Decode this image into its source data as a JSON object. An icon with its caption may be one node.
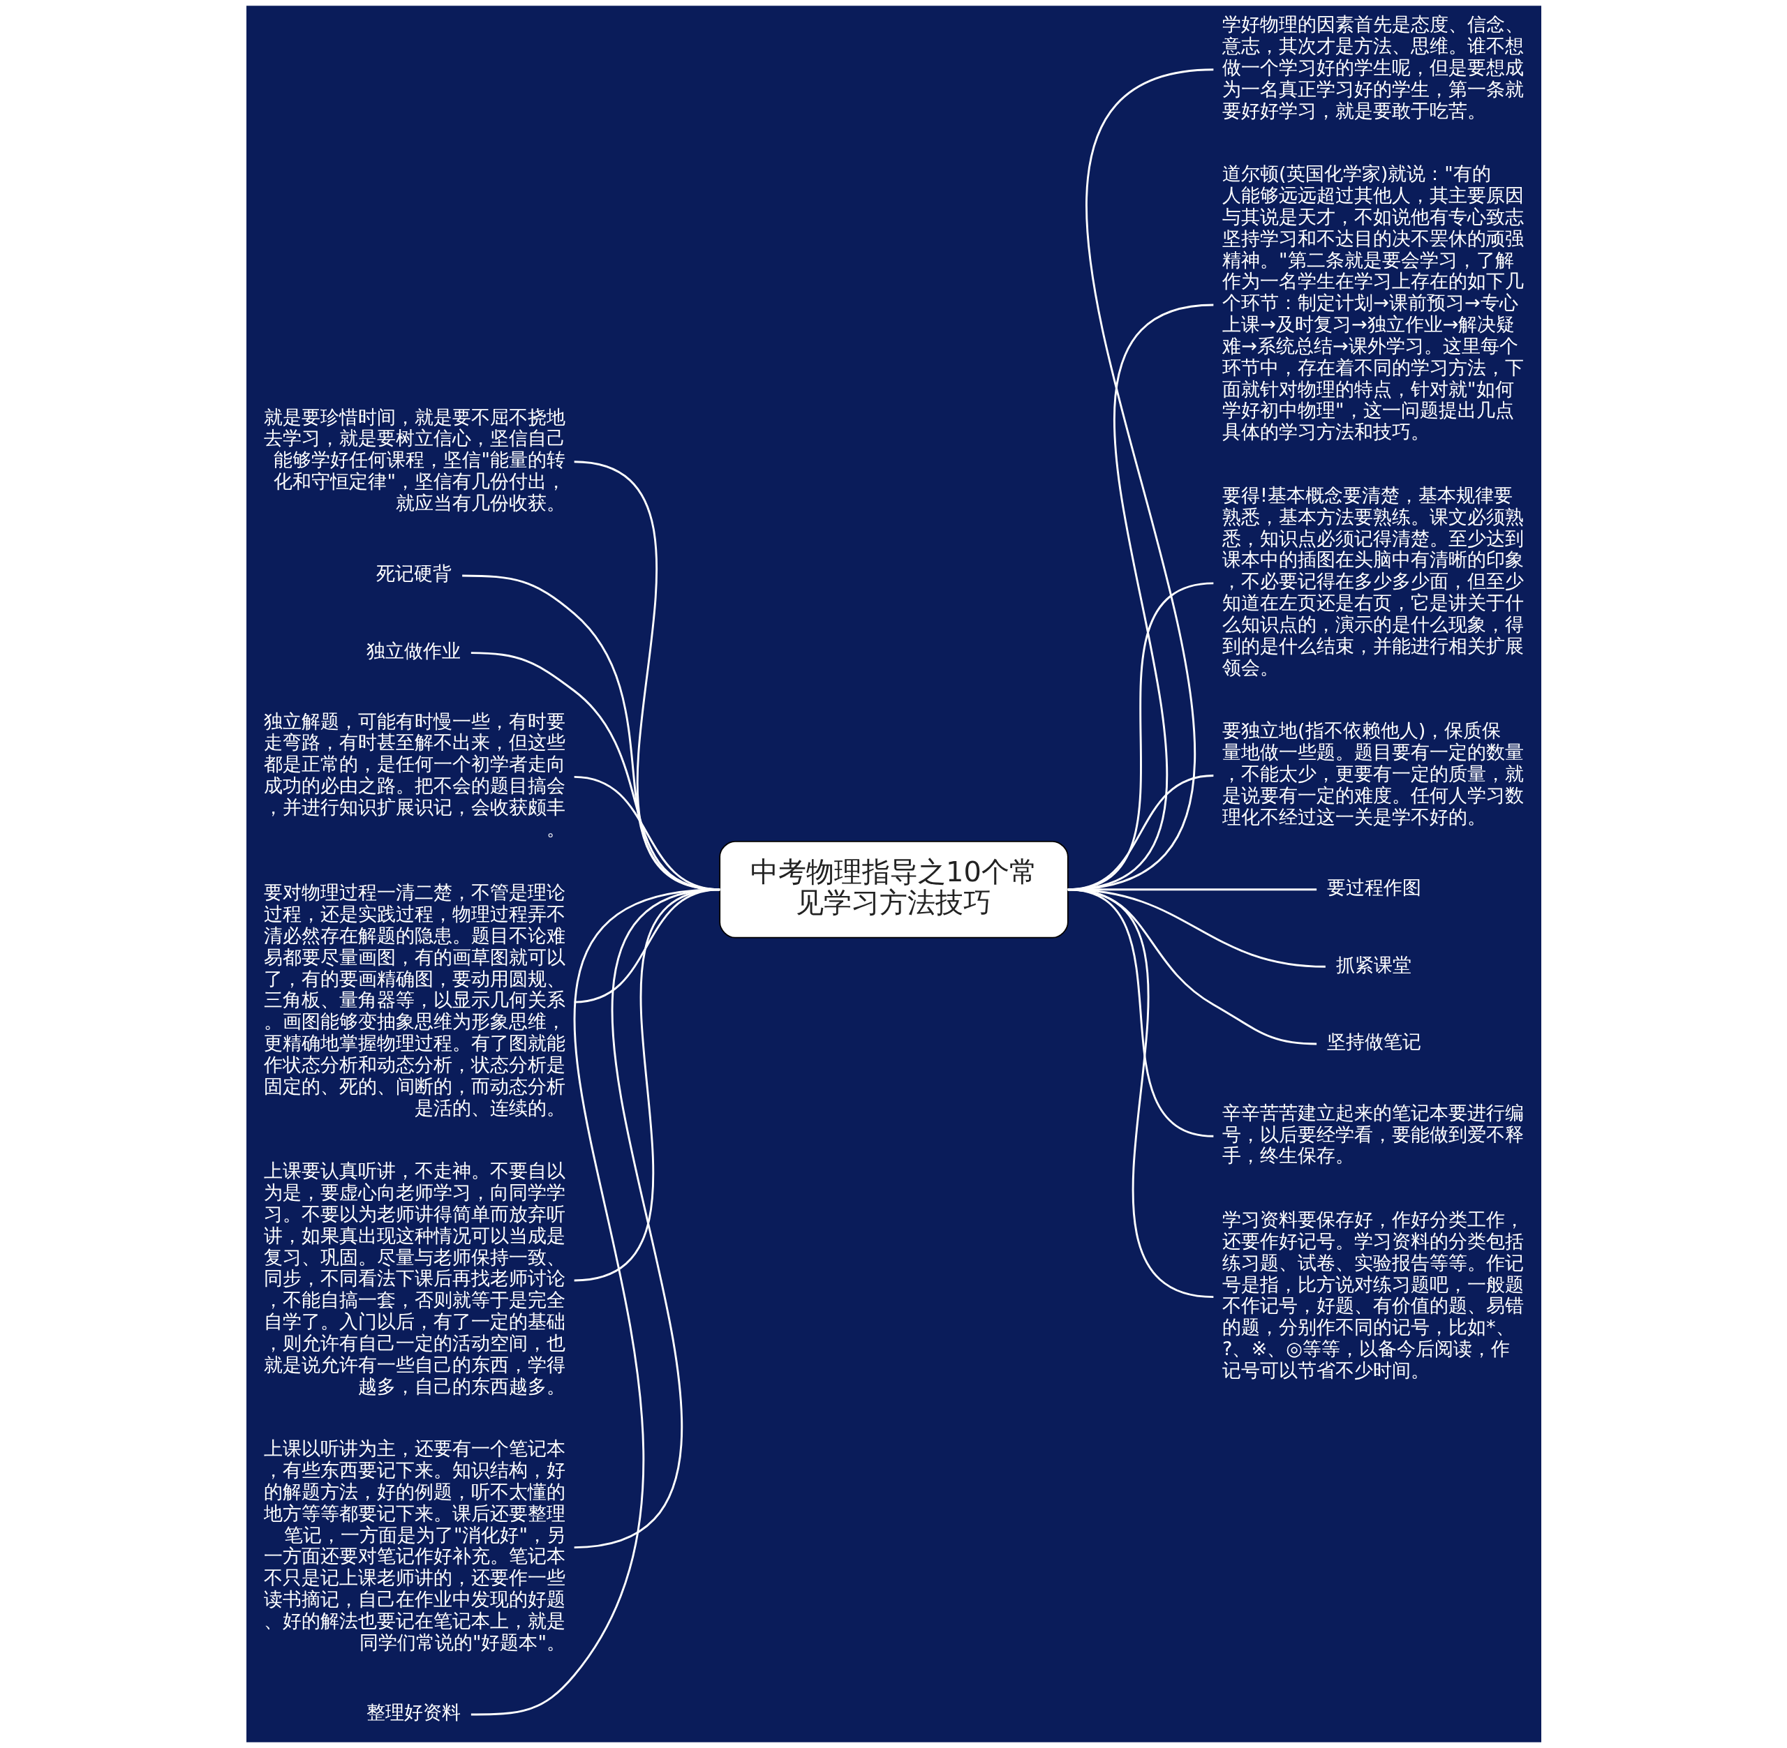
{
  "diagram": {
    "nodes": [
      {
        "text": [
          "中考物理指导之10个常见学习方法技巧"
        ]
      },
      {
        "text": [
          "就是要珍惜时间，就是要不屈不挠地去学习，就是要树立信心，坚信自己能够学好任何课程，坚信\"能量的转化和守恒定律\"，坚信有几份付出，就应当有几份收获。"
        ]
      },
      {
        "text": [
          "死记硬背"
        ]
      },
      {
        "text": [
          "独立做作业"
        ]
      },
      {
        "text": [
          "独立解题，可能有时慢一些，有时要走弯路，有时甚至解不出来，但这些都是正常的，是任何一个初学者走向成功的必由之路。把不会的题目搞会，并进行知识扩展识记，会收获颇丰。"
        ]
      },
      {
        "text": [
          "要对物理过程一清二楚，不管是理论过程，还是实践过程，物理过程弄不清必然存在解题的隐患。题目不论难易都要尽量画图，有的画草图就可以了，有的要画精确图，要动用圆规、三角板、量角器等，以显示几何关系。画图能够变抽象思维为形象思维，更精确地掌握物理过程。有了图就能作状态分析和动态分析，状态分析是固定的、死的、间断的，而动态分析是活的、连续的。"
        ]
      },
      {
        "text": [
          "上课要认真听讲，不走神。不要自以为是，要虚心向老师学习，向同学学习。不要以为老师讲得简单而放弃听讲，如果真出现这种情况可以当成是复习、巩固。尽量与老师保持一致、同步，不同看法下课后再找老师讨论，不能自搞一套，否则就等于是完全自学了。入门以后，有了一定的基础，则允许有自己一定的活动空间，也就是说允许有一些自己的东西，学得越多，自己的东西越多。"
        ]
      },
      {
        "text": [
          "上课以听讲为主，还要有一个笔记本，有些东西要记下来。知识结构，好的解题方法，好的例题，听不太懂的地方等等都要记下来。课后还要整理笔记，一方面是为了\"消化好\"，另一方面还要对笔记作好补充。笔记本不只是记上课老师讲的，还要作一些读书摘记，自己在作业中发现的好题、好的解法也要记在笔记本上，就是同学们常说的\"好题本\"。"
        ]
      },
      {
        "text": [
          "整理好资料"
        ]
      },
      {
        "text": [
          "学好物理的因素首先是态度、信念、意志，其次才是方法、思维。谁不想做一个学习好的学生呢，但是要想成为一名真正学习好的学生，第一条就要好好学习，就是要敢于吃苦。"
        ]
      },
      {
        "text": [
          "道尔顿(英国化学家)就说：\"有的人能够远远超过其他人，其主要原因与其说是天才，不如说他有专心致志坚持学习和不达目的决不罢休的顽强精神。\"第二条就是要会学习，了解作为一名学生在学习上存在的如下几个环节：制定计划→课前预习→专心上课→及时复习→独立作业→解决疑难→系统总结→课外学习。这里每个环节中，存在着不同的学习方法，下面就针对物理的特点，针对就\"如何学好初中物理\"，这一问题提出几点具体的学习方法和技巧。"
        ]
      },
      {
        "text": [
          "要得!基本概念要清楚，基本规律要熟悉，基本方法要熟练。课文必须熟悉，知识点必须记得清楚。至少达到课本中的插图在头脑中有清晰的印象，不必要记得在多少多少面，但至少知道在左页还是右页，它是讲关于什么知识点的，演示的是什么现象，得到的是什么结束，并能进行相关扩展领会。"
        ]
      },
      {
        "text": [
          "要独立地(指不依赖他人)，保质保量地做一些题。题目要有一定的数量，不能太少，更要有一定的质量，就是说要有一定的难度。任何人学习数理化不经过这一关是学不好的。"
        ]
      },
      {
        "text": [
          "要过程作图"
        ]
      },
      {
        "text": [
          "抓紧课堂"
        ]
      },
      {
        "text": [
          "坚持做笔记"
        ]
      },
      {
        "text": [
          "辛辛苦苦建立起来的笔记本要进行编号，以后要经学看，要能做到爱不释手，终生保存。"
        ]
      },
      {
        "text": [
          "学习资料要保存好，作好分类工作，还要作好记号。学习资料的分类包括练习题、试卷、实验报告等等。作记号是指，比方说对练习题吧，一般题不作记号，好题、有价值的题、易错的题，分别作不同的记号，比如*、?、※、◎等等，以备今后阅读，作记号可以节省不少时间。"
        ]
      }
    ],
    "edges": [
      {
        "from": 0,
        "to": 1,
        "arrow": "none"
      },
      {
        "from": 0,
        "to": 2,
        "arrow": "none"
      },
      {
        "from": 0,
        "to": 3,
        "arrow": "none"
      },
      {
        "from": 0,
        "to": 4,
        "arrow": "none"
      },
      {
        "from": 0,
        "to": 5,
        "arrow": "none"
      },
      {
        "from": 0,
        "to": 6,
        "arrow": "none"
      },
      {
        "from": 0,
        "to": 7,
        "arrow": "none"
      },
      {
        "from": 0,
        "to": 8,
        "arrow": "none"
      },
      {
        "from": 0,
        "to": 9,
        "arrow": "none"
      },
      {
        "from": 0,
        "to": 10,
        "arrow": "none"
      },
      {
        "from": 0,
        "to": 11,
        "arrow": "none"
      },
      {
        "from": 0,
        "to": 12,
        "arrow": "none"
      },
      {
        "from": 0,
        "to": 13,
        "arrow": "none"
      },
      {
        "from": 0,
        "to": 14,
        "arrow": "none"
      },
      {
        "from": 0,
        "to": 15,
        "arrow": "none"
      },
      {
        "from": 0,
        "to": 16,
        "arrow": "none"
      },
      {
        "from": 0,
        "to": 17,
        "arrow": "none"
      }
    ]
  }
}
